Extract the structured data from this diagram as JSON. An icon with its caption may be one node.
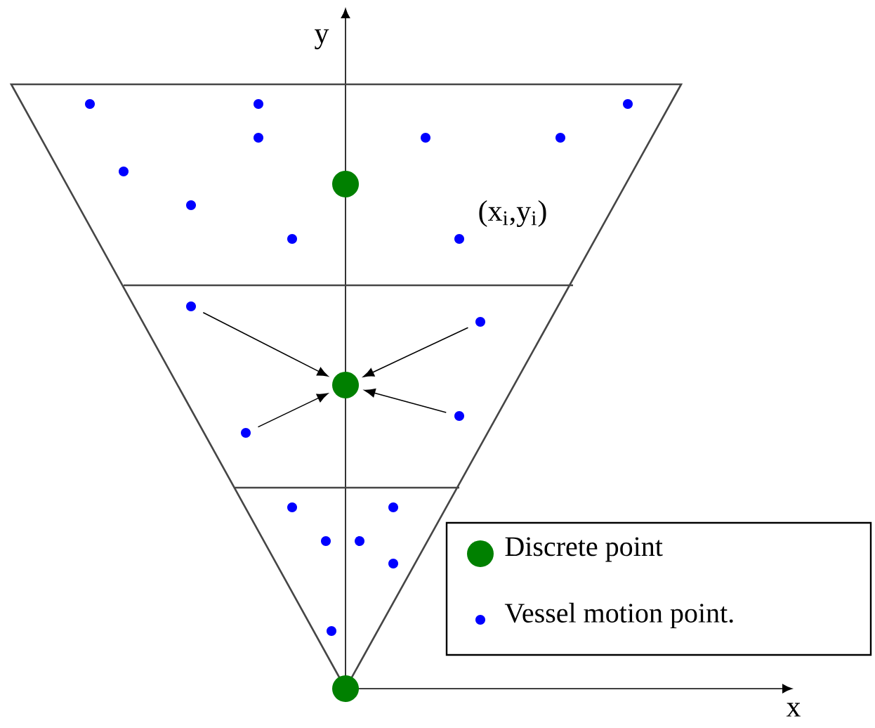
{
  "diagram": {
    "nodes": [
      {
        "text": [],
        "shape": "circle"
      },
      {
        "text": [],
        "shape": "circle"
      },
      {
        "text": [],
        "shape": "circle"
      },
      {
        "text": [],
        "shape": "circle"
      },
      {
        "text": [],
        "shape": "circle"
      },
      {
        "text": [],
        "shape": "circle"
      },
      {
        "text": [],
        "shape": "circle"
      }
    ],
    "edges": [
      {
        "from": 2,
        "to": 1,
        "arrow": "to"
      },
      {
        "from": 3,
        "to": 1,
        "arrow": "to"
      },
      {
        "from": 4,
        "to": 1,
        "arrow": "to"
      },
      {
        "from": 5,
        "to": 1,
        "arrow": "to"
      }
    ],
    "labels": [
      "y",
      "(x$_{i}$,y$_{i}$)",
      "x"
    ],
    "legend": [
      {
        "text": "Discrete point",
        "color": "#008000"
      },
      {
        "text": "Vessel motion point.",
        "color": "#0000ff"
      }
    ]
  }
}
